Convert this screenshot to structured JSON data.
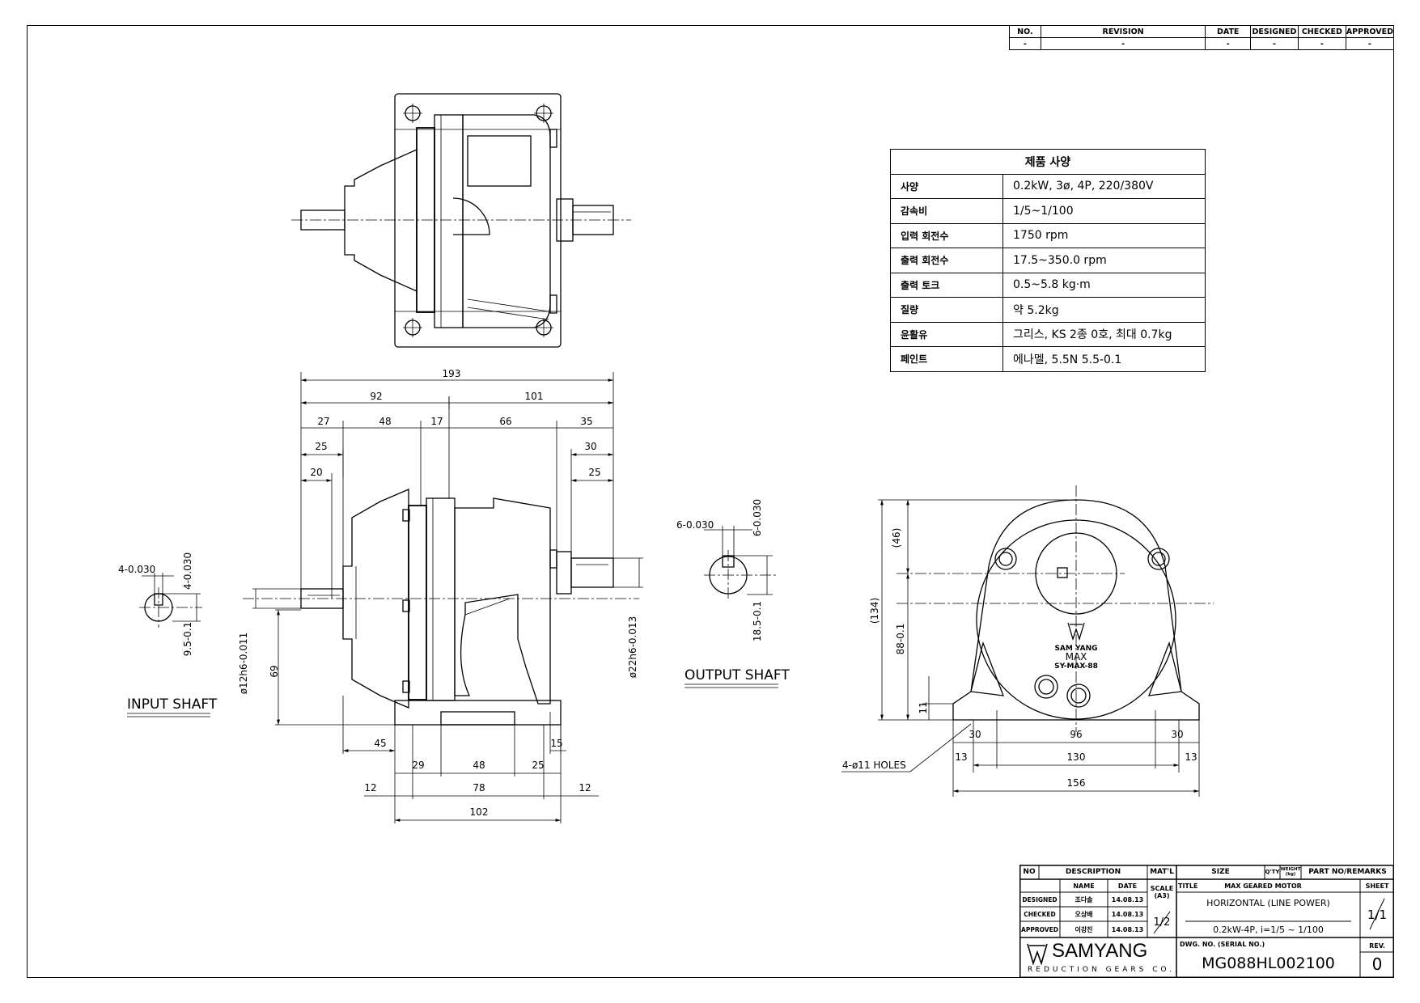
{
  "revision_table": {
    "headers": [
      "NO.",
      "REVISION",
      "DATE",
      "DESIGNED",
      "CHECKED",
      "APPROVED"
    ],
    "row": [
      "-",
      "-",
      "-",
      "-",
      "-",
      "-"
    ]
  },
  "spec_table": {
    "title": "제품 사양",
    "rows": [
      {
        "key": "사양",
        "value": "0.2kW, 3ø, 4P, 220/380V"
      },
      {
        "key": "감속비",
        "value": "1/5~1/100"
      },
      {
        "key": "입력 회전수",
        "value": "1750 rpm"
      },
      {
        "key": "출력 회전수",
        "value": "17.5~350.0 rpm"
      },
      {
        "key": "출력 토크",
        "value": "0.5~5.8 kg·m"
      },
      {
        "key": "질량",
        "value": "약 5.2kg"
      },
      {
        "key": "윤활유",
        "value": "그리스, KS 2종 0호, 최대 0.7kg"
      },
      {
        "key": "페인트",
        "value": "에나멜, 5.5N 5.5-0.1"
      }
    ]
  },
  "labels": {
    "input_shaft": "INPUT SHAFT",
    "output_shaft": "OUTPUT SHAFT",
    "holes": "4-ø11 HOLES",
    "nameplate_1": "SAM YANG",
    "nameplate_2": "MAX",
    "nameplate_3": "SY-MAX-88"
  },
  "dimensions": {
    "side_view": [
      "193",
      "92",
      "101",
      "27",
      "48",
      "17",
      "66",
      "35",
      "25",
      "30",
      "20",
      "25",
      "69",
      "45",
      "15",
      "29",
      "48",
      "25",
      "12",
      "78",
      "12",
      "102"
    ],
    "side_view_fits": [
      "ø12h6-0.011",
      "ø22h6-0.013"
    ],
    "input_shaft": [
      "4-0.030",
      "4-0.030",
      "9.5-0.1"
    ],
    "output_shaft": [
      "6-0.030",
      "6-0.030",
      "18.5-0.1"
    ],
    "front_view": [
      "(46)",
      "(134)",
      "88-0.1",
      "11",
      "30",
      "96",
      "30",
      "13",
      "130",
      "13",
      "156"
    ]
  },
  "title_block": {
    "no": "NO",
    "description": "DESCRIPTION",
    "matl": "MAT'L",
    "size": "SIZE",
    "qty": "Q'TY",
    "weight": "WEIGHT (kg)",
    "part_no": "PART NO/REMARKS",
    "name": "NAME",
    "date": "DATE",
    "scale": "SCALE (A3)",
    "scale_value": "1/2",
    "title_label": "TITLE",
    "title_line1": "MAX GEARED MOTOR",
    "title_line2": "HORIZONTAL (LINE POWER)",
    "title_line3": "0.2kW-4P, i=1/5 ~ 1/100",
    "sheet": "SHEET",
    "sheet_value": "1/1",
    "designed": "DESIGNED",
    "checked": "CHECKED",
    "approved": "APPROVED",
    "designed_name": "조다솔",
    "checked_name": "오상배",
    "approved_name": "이강진",
    "designed_date": "14.08.13",
    "checked_date": "14.08.13",
    "approved_date": "14.08.13",
    "company": "SAMYANG",
    "company_sub": "REDUCTION GEARS CO., LTD",
    "dwg_no_label": "DWG. NO. (SERIAL NO.)",
    "dwg_no": "MG088HL002100",
    "rev_label": "REV.",
    "rev_value": "0"
  }
}
